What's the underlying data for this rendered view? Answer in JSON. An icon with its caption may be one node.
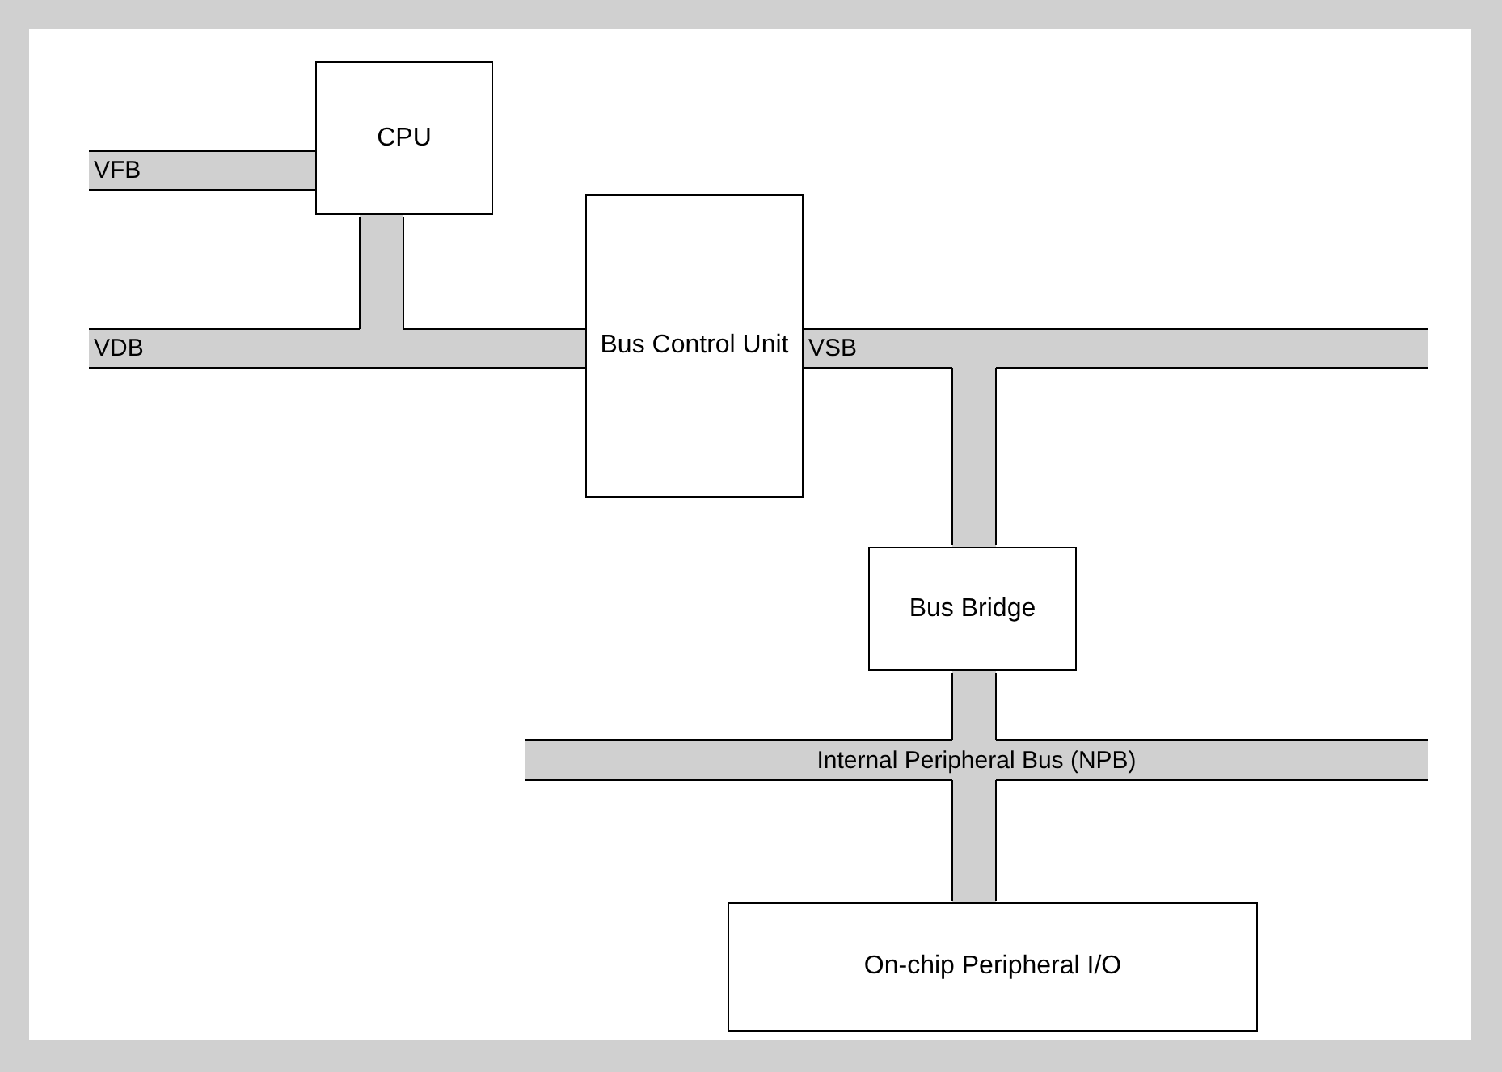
{
  "diagram": {
    "nodes": [
      {
        "text": [
          "CPU"
        ]
      },
      {
        "text": [
          "VFB"
        ]
      },
      {
        "text": [
          "VDB"
        ]
      },
      {
        "text": [
          "Bus Control Unit"
        ]
      },
      {
        "text": [
          "VSB"
        ]
      },
      {
        "text": [
          "Bus Bridge"
        ]
      },
      {
        "text": [
          "Internal Peripheral Bus (NPB)"
        ]
      },
      {
        "text": [
          "On-chip Peripheral I/O"
        ]
      }
    ],
    "edges": [
      {
        "from": 0,
        "to": 2,
        "arrow": "none"
      },
      {
        "from": 4,
        "to": 5,
        "arrow": "none"
      },
      {
        "from": 5,
        "to": 6,
        "arrow": "none"
      },
      {
        "from": 6,
        "to": 7,
        "arrow": "none"
      }
    ]
  }
}
